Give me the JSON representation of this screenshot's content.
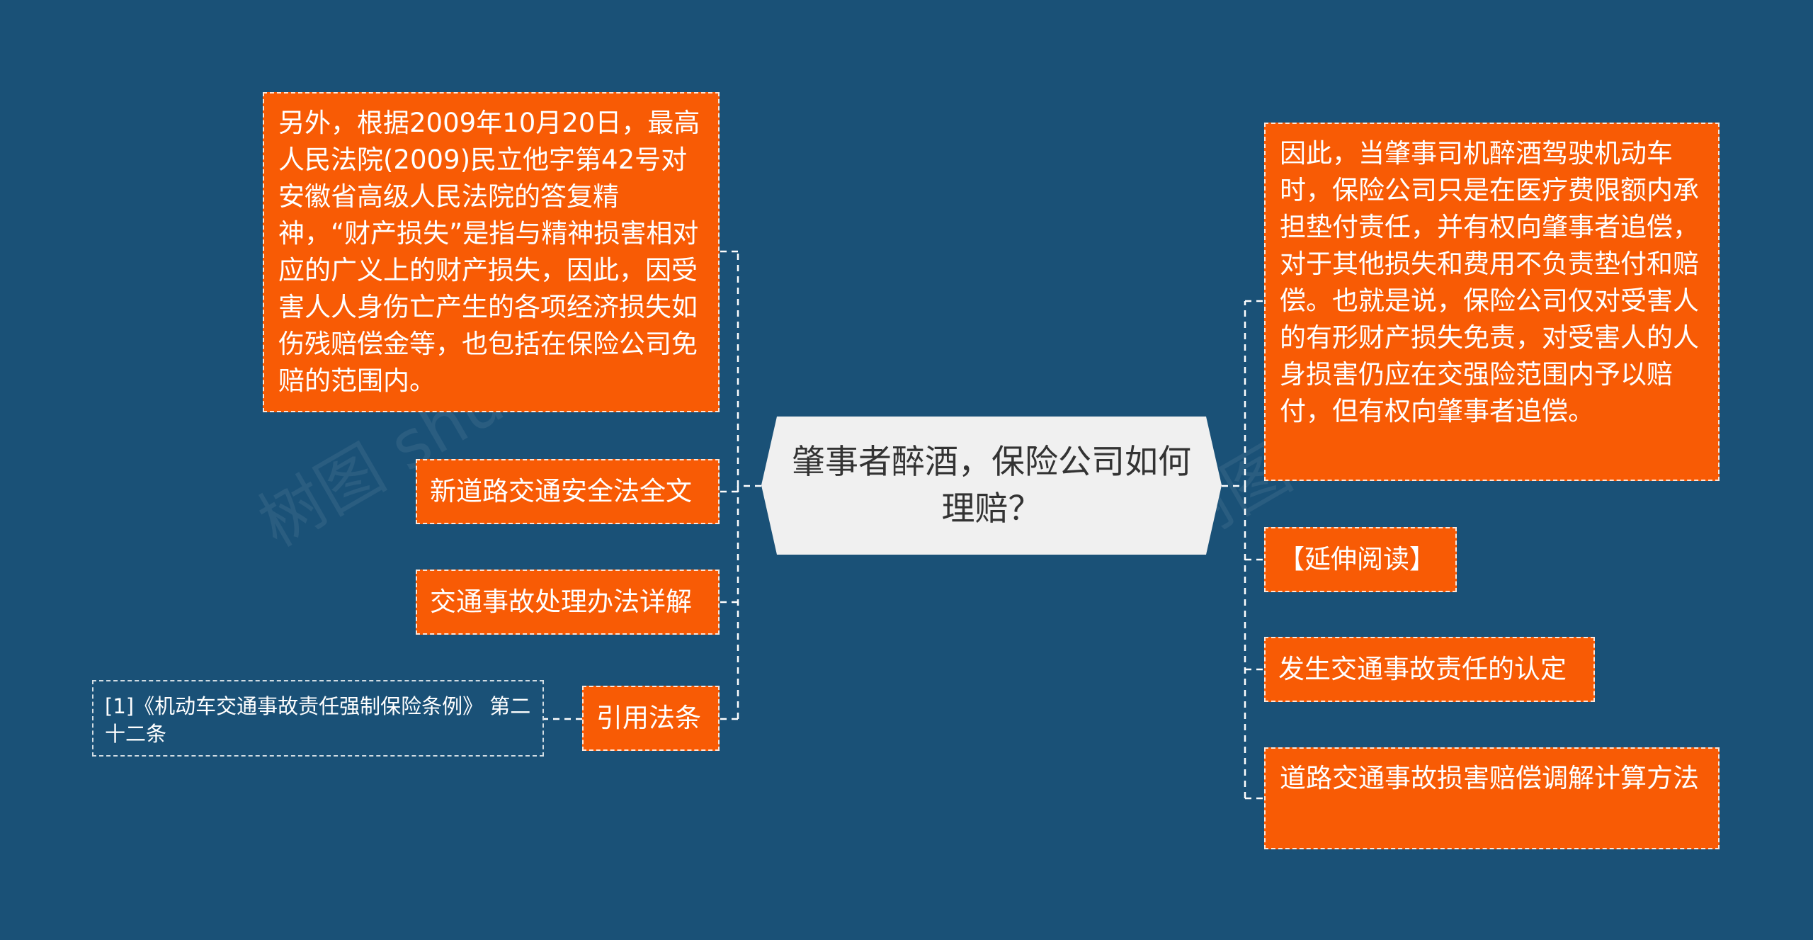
{
  "center": {
    "title": "肇事者醉酒，保险公司如何理赔？"
  },
  "left": [
    {
      "id": "left_note",
      "text": "另外，根据2009年10月20日，最高人民法院(2009)民立他字第42号对安徽省高级人民法院的答复精神，“财产损失”是指与精神损害相对应的广义上的财产损失，因此，因受害人人身伤亡产生的各项经济损失如伤残赔偿金等，也包括在保险公司免赔的范围内。"
    },
    {
      "id": "left_law",
      "text": "新道路交通安全法全文"
    },
    {
      "id": "left_accident",
      "text": "交通事故处理办法详解"
    },
    {
      "id": "left_cite",
      "text": "引用法条"
    }
  ],
  "citation": {
    "text": "[1]《机动车交通事故责任强制保险条例》 第二十二条"
  },
  "right": [
    {
      "id": "right_note",
      "text": "因此，当肇事司机醉酒驾驶机动车时，保险公司只是在医疗费限额内承担垫付责任，并有权向肇事者追偿，对于其他损失和费用不负责垫付和赔偿。也就是说，保险公司仅对受害人的有形财产损失免责，对受害人的人身损害仍应在交强险范围内予以赔付，但有权向肇事者追偿。"
    },
    {
      "id": "right_read",
      "text": "【延伸阅读】"
    },
    {
      "id": "right_resp",
      "text": "发生交通事故责任的认定"
    },
    {
      "id": "right_calc",
      "text": "道路交通事故损害赔偿调解计算方法"
    }
  ],
  "watermarks": [
    "树图 shutu.cn",
    "树图 shutu.cn"
  ],
  "colors": {
    "background": "#1a5177",
    "node": "#f85b05",
    "center": "#f0f0f0",
    "line": "#ffffff"
  }
}
